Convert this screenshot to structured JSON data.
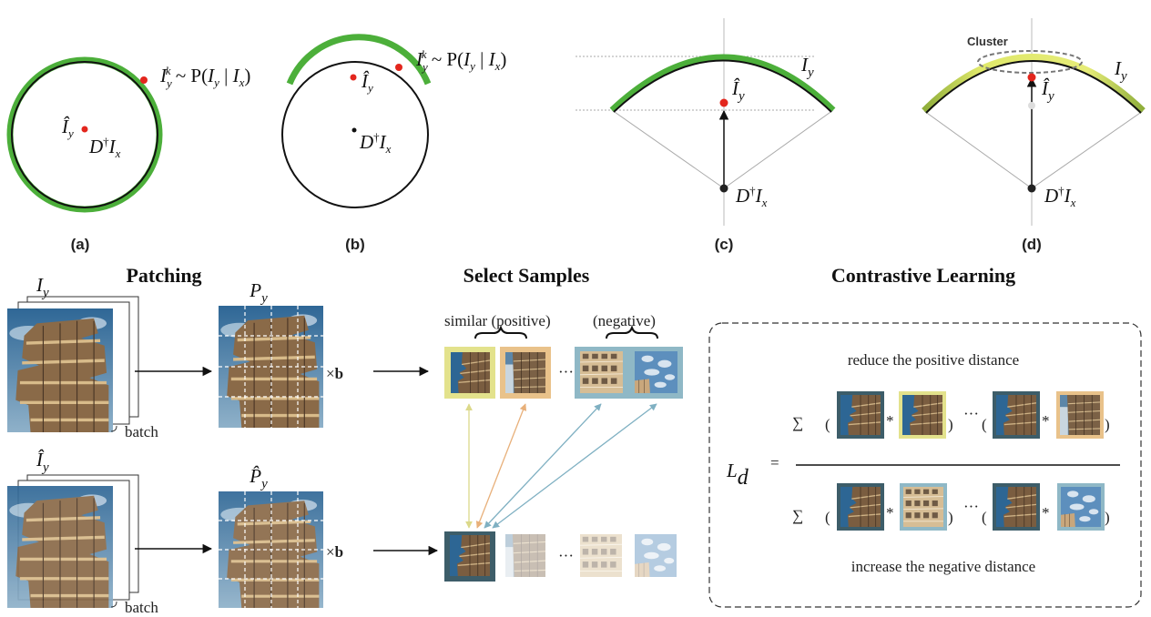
{
  "panels": {
    "a": "(a)",
    "b": "(b)",
    "c": "(c)",
    "d": "(d)",
    "cluster": "Cluster"
  },
  "math": {
    "I": "I",
    "Ihat": "Î",
    "y": "y",
    "k": "k",
    "x": "x",
    "sim": " ~ P(",
    "bar": " | ",
    "close": ")",
    "D": "D",
    "dagger": "†",
    "P": "P",
    "Phat": "P̂",
    "L": "L",
    "d": "d"
  },
  "sections": {
    "patching": "Patching",
    "select": "Select Samples",
    "contrastive": "Contrastive Learning"
  },
  "patching": {
    "times": "×",
    "b": "b",
    "batch": "batch"
  },
  "select": {
    "positive": "similar (positive)",
    "negative": "(negative)",
    "ellipsis": "···"
  },
  "contrastive": {
    "top_note": "reduce the positive distance",
    "bottom_note": "increase the negative distance",
    "sum": "∑",
    "open": "(",
    "close": ")",
    "star": "*",
    "equals": "=",
    "ellipsis": "···"
  },
  "colors": {
    "manifold_green": "#4caf3a",
    "cluster_yellow": "#dde86a",
    "point_red": "#e3261d",
    "positive_yellow": "#e3e28c",
    "positive_orange": "#e9c28a",
    "negative_blue": "#8fb8c6",
    "anchor_teal": "#3d5d69"
  }
}
